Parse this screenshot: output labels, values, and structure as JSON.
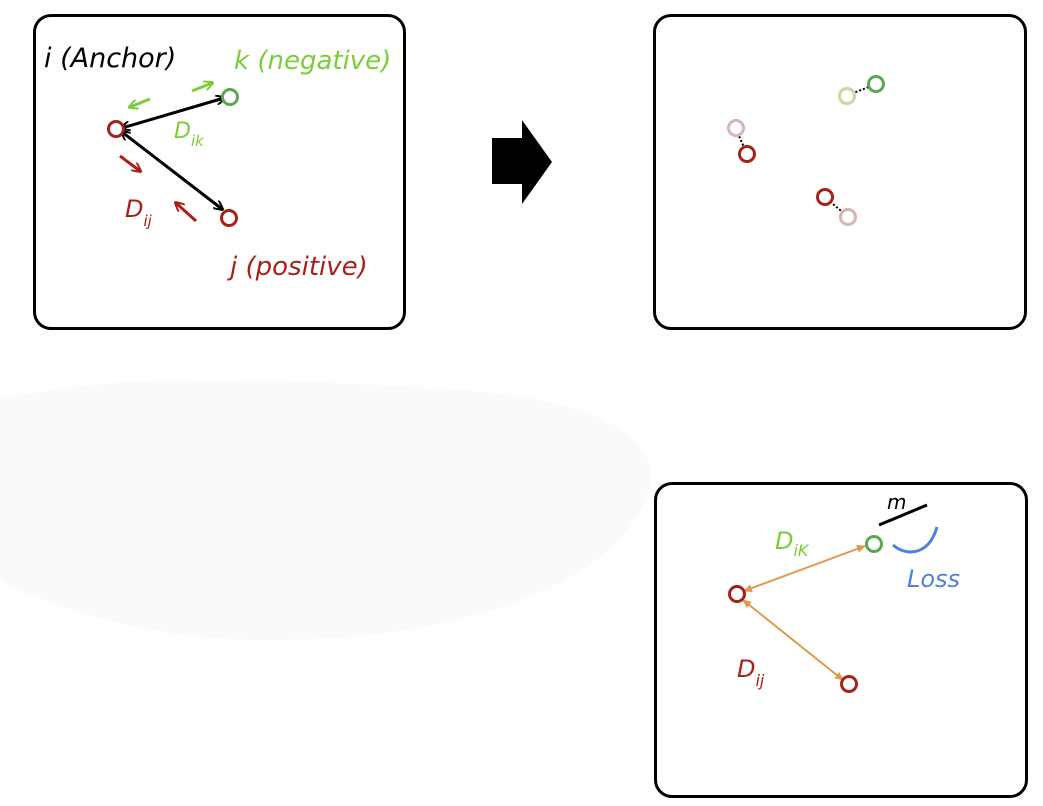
{
  "panel_left": {
    "anchor_label": "i (Anchor)",
    "negative_label": "k (negative)",
    "positive_label": "j (positive)",
    "d_ik": {
      "D": "D",
      "sub": "ik"
    },
    "d_ij": {
      "D": "D",
      "sub": "ij"
    }
  },
  "panel_bottom": {
    "d_ik": {
      "D": "D",
      "sub": "iK"
    },
    "d_ij": {
      "D": "D",
      "sub": "ij"
    },
    "margin_label": "m",
    "loss_label": "Loss"
  },
  "colors": {
    "anchor": "#a8201a",
    "positive": "#a8201a",
    "negative": "#5aa84f",
    "negative_text": "#7ccc3a",
    "faded_red": "#d9b3b3",
    "faded_green": "#c8d8a0",
    "edge_orange": "#e0994a",
    "loss_blue": "#4f7fe0",
    "black": "#000000"
  },
  "icons": {
    "transition_arrow": "right-arrow-icon"
  }
}
